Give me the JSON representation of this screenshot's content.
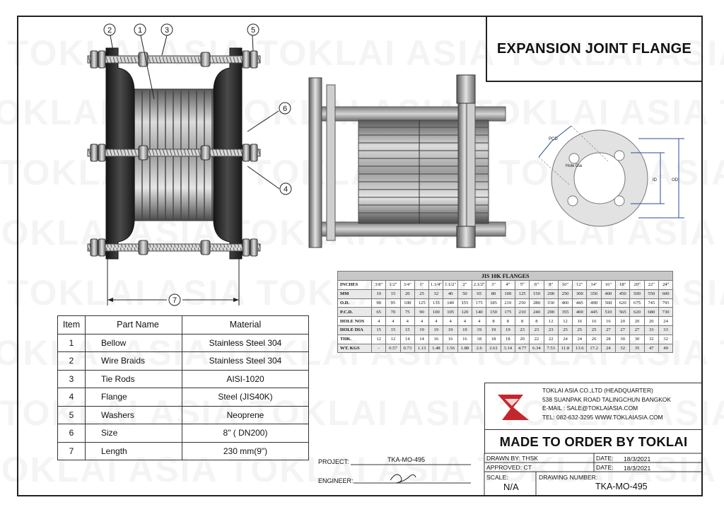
{
  "title": "EXPANSION JOINT FLANGE",
  "watermark": "TOKLAI ASIA TOKLAI ASIA TOKLAI ASIA TOKLAI ASIA",
  "callouts": {
    "c1": "1",
    "c2": "2",
    "c3": "3",
    "c4": "4",
    "c5": "5",
    "c6": "6",
    "c7": "7"
  },
  "flange_labels": {
    "pcd": "PCD",
    "hole_dia": "Hole Dia",
    "id": "ID",
    "od": "OD"
  },
  "parts_table": {
    "headers": {
      "item": "Item",
      "part": "Part Name",
      "material": "Material"
    },
    "rows": [
      {
        "item": "1",
        "part": "Bellow",
        "material": "Stainless Steel 304"
      },
      {
        "item": "2",
        "part": "Wire Braids",
        "material": "Stainless Steel 304"
      },
      {
        "item": "3",
        "part": "Tie Rods",
        "material": "AISI-1020"
      },
      {
        "item": "4",
        "part": "Flange",
        "material": "Steel  (JIS40K)"
      },
      {
        "item": "5",
        "part": "Washers",
        "material": "Neoprene"
      },
      {
        "item": "6",
        "part": "Size",
        "material": "8\" ( DN200)"
      },
      {
        "item": "7",
        "part": "Length",
        "material": "230 mm(9\")"
      }
    ]
  },
  "jis_table": {
    "caption": "JIS 10K FLANGES",
    "rows": [
      {
        "label": "INCHES",
        "values": [
          "3/8\"",
          "1/2\"",
          "3/4\"",
          "1\"",
          "1.1/4\"",
          "1.1/2\"",
          "2\"",
          "2.1/2\"",
          "3\"",
          "4\"",
          "5\"",
          "6\"",
          "8\"",
          "10\"",
          "12\"",
          "14\"",
          "16\"",
          "18\"",
          "20\"",
          "22\"",
          "24\""
        ]
      },
      {
        "label": "MM",
        "values": [
          "10",
          "15",
          "20",
          "25",
          "32",
          "40",
          "50",
          "65",
          "80",
          "100",
          "125",
          "150",
          "200",
          "250",
          "300",
          "350",
          "400",
          "450",
          "500",
          "550",
          "600"
        ]
      },
      {
        "label": "O.D.",
        "values": [
          "90",
          "95",
          "100",
          "125",
          "135",
          "140",
          "155",
          "175",
          "185",
          "210",
          "250",
          "280",
          "330",
          "400",
          "445",
          "490",
          "560",
          "620",
          "675",
          "745",
          "795"
        ]
      },
      {
        "label": "P.C.D.",
        "values": [
          "65",
          "70",
          "75",
          "90",
          "100",
          "105",
          "120",
          "140",
          "150",
          "175",
          "210",
          "240",
          "290",
          "355",
          "400",
          "445",
          "510",
          "565",
          "620",
          "680",
          "730"
        ]
      },
      {
        "label": "HOLE NOS",
        "values": [
          "4",
          "4",
          "4",
          "4",
          "4",
          "4",
          "4",
          "4",
          "8",
          "8",
          "8",
          "8",
          "12",
          "12",
          "16",
          "16",
          "16",
          "20",
          "20",
          "20",
          "24"
        ]
      },
      {
        "label": "HOLE DIA",
        "values": [
          "15",
          "15",
          "15",
          "19",
          "19",
          "19",
          "19",
          "19",
          "19",
          "19",
          "23",
          "23",
          "23",
          "25",
          "25",
          "25",
          "27",
          "27",
          "27",
          "33",
          "33"
        ]
      },
      {
        "label": "THK.",
        "values": [
          "12",
          "12",
          "14",
          "14",
          "16",
          "16",
          "16",
          "18",
          "18",
          "18",
          "20",
          "22",
          "22",
          "24",
          "24",
          "26",
          "28",
          "30",
          "30",
          "32",
          "32"
        ]
      },
      {
        "label": "WT. KGS",
        "values": [
          "-",
          "0.57",
          "0.73",
          "1.13",
          "1.48",
          "1.56",
          "1.88",
          "2.6",
          "2.61",
          "3.14",
          "4.77",
          "6.34",
          "7.53",
          "11.8",
          "13.6",
          "17.2",
          "24",
          "32",
          "35",
          "47",
          "49"
        ]
      }
    ]
  },
  "company": {
    "name": "TOKLAI ASIA CO.,LTD (HEADQUARTER)",
    "address": "538 SUANPAK ROAD TALINGCHUN BANGKOK",
    "email": "E-MAIL : SALE@TOKLAIASIA.COM",
    "contact": "TEL: 082-632-3295  WWW.TOKLAIASIA.COM",
    "tagline": "MADE TO ORDER BY TOKLAI"
  },
  "title_block": {
    "drawn_by": "DRAWN BY: THSK",
    "approved": "APPROVED: CT",
    "date_label": "DATE:",
    "date1": "18/3/2021",
    "date2": "18/3/2021",
    "scale_label": "SCALE:",
    "scale_value": "N/A",
    "drawing_number_label": "DRAWING NUMBER:",
    "drawing_number": "TKA-MO-495"
  },
  "project": {
    "project_label": "PROJECT:",
    "project_value": "TKA-MO-495",
    "engineer_label": "ENGINEER:"
  },
  "colors": {
    "logo_red": "#c4262e",
    "steel": "#9a9a9a",
    "flange": "#2b2b2b"
  }
}
